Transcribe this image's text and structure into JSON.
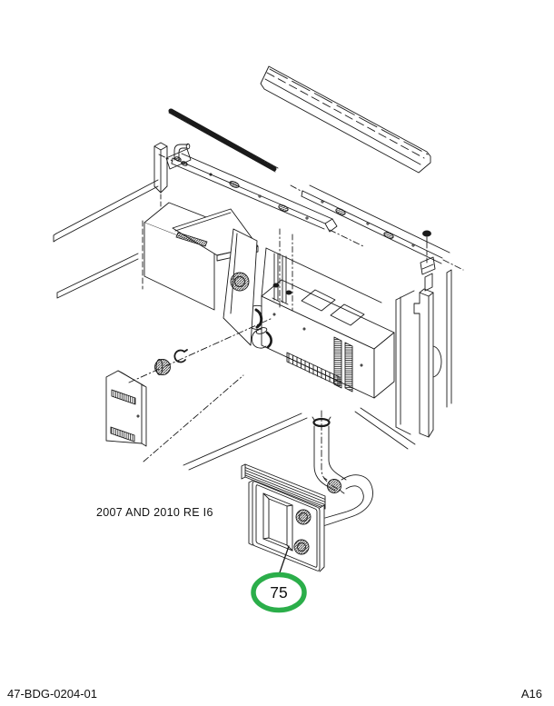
{
  "page": {
    "background_color": "#ffffff",
    "footer": {
      "document_number": "47-BDG-0204-01",
      "page_code": "A16"
    }
  },
  "diagram": {
    "variant_note": "2007 AND 2010 RE I6",
    "line_color": "#1a1a1a",
    "callout": {
      "number": "75",
      "ring_color": "#2bae4a",
      "text_color": "#111111"
    }
  }
}
